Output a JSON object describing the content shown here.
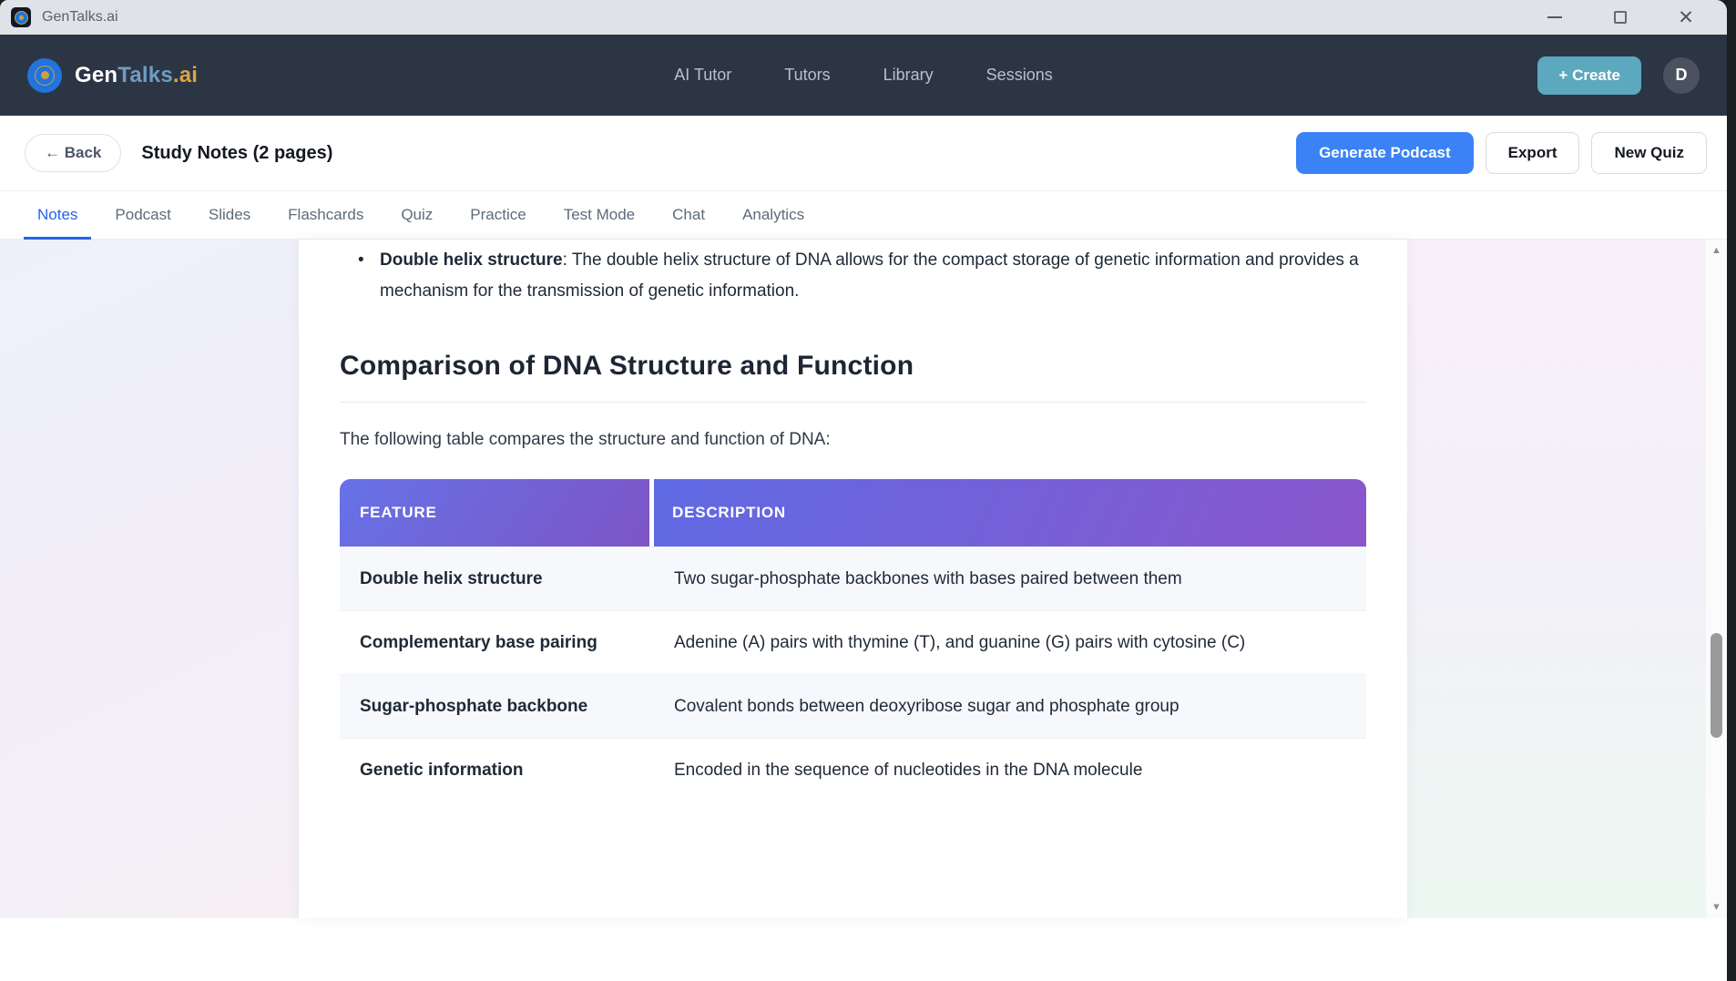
{
  "window": {
    "title": "GenTalks.ai",
    "minimize_icon": "minimize-dash",
    "maximize_icon": "maximize-square",
    "close_icon": "✕"
  },
  "navbar": {
    "brand": {
      "gen": "Gen",
      "talks": "Talks",
      "ai": ".ai"
    },
    "links": [
      {
        "label": "AI Tutor"
      },
      {
        "label": "Tutors"
      },
      {
        "label": "Library"
      },
      {
        "label": "Sessions"
      }
    ],
    "create_label": "+ Create",
    "avatar_initial": "D"
  },
  "toolbar": {
    "back_label": "← Back",
    "title": "Study Notes (2 pages)",
    "generate_podcast_label": "Generate Podcast",
    "export_label": "Export",
    "new_quiz_label": "New Quiz"
  },
  "tabs": {
    "items": [
      {
        "label": "Notes",
        "active": true
      },
      {
        "label": "Podcast",
        "active": false
      },
      {
        "label": "Slides",
        "active": false
      },
      {
        "label": "Flashcards",
        "active": false
      },
      {
        "label": "Quiz",
        "active": false
      },
      {
        "label": "Practice",
        "active": false
      },
      {
        "label": "Test Mode",
        "active": false
      },
      {
        "label": "Chat",
        "active": false
      },
      {
        "label": "Analytics",
        "active": false
      }
    ]
  },
  "document": {
    "bullet_glyph": "•",
    "bullet_bold": "Double helix structure",
    "bullet_rest": ": The double helix structure of DNA allows for the compact storage of genetic information and provides a mechanism for the transmission of genetic information.",
    "heading": "Comparison of DNA Structure and Function",
    "intro": "The following table compares the structure and function of DNA:",
    "table": {
      "columns": [
        "FEATURE",
        "DESCRIPTION"
      ],
      "rows": [
        {
          "feature": "Double helix structure",
          "description": "Two sugar-phosphate backbones with bases paired between them"
        },
        {
          "feature": "Complementary base pairing",
          "description": "Adenine (A) pairs with thymine (T), and guanine (G) pairs with cytosine (C)"
        },
        {
          "feature": "Sugar-phosphate backbone",
          "description": "Covalent bonds between deoxyribose sugar and phosphate group"
        },
        {
          "feature": "Genetic information",
          "description": "Encoded in the sequence of nucleotides in the DNA molecule"
        }
      ]
    }
  },
  "scrollbar": {
    "up_icon": "▲",
    "down_icon": "▼"
  },
  "colors": {
    "navbar_bg": "#2b3544",
    "accent_blue": "#3b82f6",
    "active_tab": "#2563eb",
    "create_teal": "#5ca8be",
    "brand_gold": "#d9a544",
    "brand_steel": "#6f9dc1",
    "table_gradient_start": "#6672e6",
    "table_gradient_end": "#7d55c6",
    "row_alt_bg": "#f6f8fc"
  }
}
